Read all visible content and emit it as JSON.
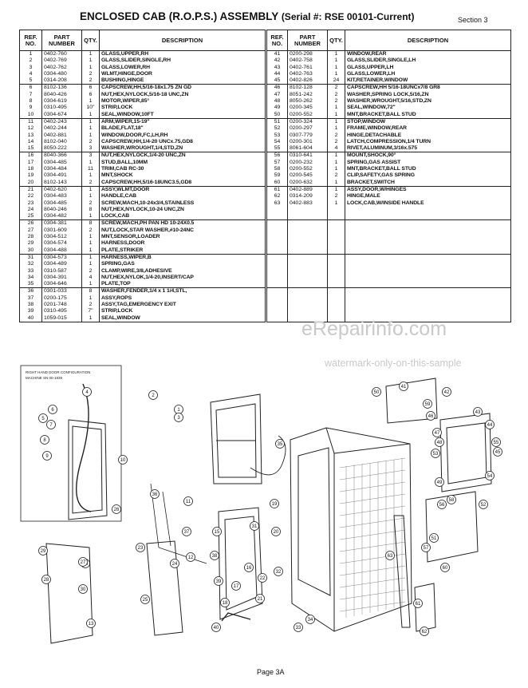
{
  "header": {
    "title": "ENCLOSED CAB (R.O.P.S.) ASSEMBLY",
    "serial": "(Serial #: RSE 00101-Current)",
    "section": "Section 3"
  },
  "table_headers": {
    "ref": "REF. NO.",
    "part": "PART NUMBER",
    "qty": "QTY.",
    "desc": "DESCRIPTION"
  },
  "left_groups": [
    [
      [
        "1",
        "0402-760",
        "1",
        "GLASS,UPPER,RH"
      ],
      [
        "2",
        "0402-769",
        "1",
        "GLASS,SLIDER,SINGLE,RH"
      ],
      [
        "3",
        "0402-762",
        "1",
        "GLASS,LOWER,RH"
      ],
      [
        "4",
        "0304-480",
        "2",
        "WLMT,HINGE,DOOR"
      ],
      [
        "5",
        "0314-208",
        "2",
        "BUSHING,HINGE"
      ]
    ],
    [
      [
        "6",
        "8102-136",
        "6",
        "CAPSCREW,HH,5/16-18x1.75 ZN GD"
      ],
      [
        "7",
        "8040-426",
        "6",
        "NUT,HEX,NYLOCK,5/16-18 UNC,ZN"
      ],
      [
        "8",
        "0304-619",
        "1",
        "MOTOR,WIPER,85°"
      ],
      [
        "9",
        "0310-495",
        "10\"",
        "STRIP,LOCK"
      ],
      [
        "10",
        "0304-674",
        "1",
        "SEAL,WINDOW,10FT"
      ]
    ],
    [
      [
        "11",
        "0402-243",
        "1",
        "ARM,WIPER,15-19\""
      ],
      [
        "12",
        "0402-244",
        "1",
        "BLADE,FLAT,18\""
      ],
      [
        "13",
        "0402-881",
        "1",
        "WINDOW,DOOR,FC,LH,RH"
      ],
      [
        "14",
        "8102-040",
        "2",
        "CAPSCREW,HH,1/4-20 UNCx.75,GD8"
      ],
      [
        "15",
        "8050-222",
        "3",
        "WASHER,WROUGHT,1/4,STD,ZN"
      ]
    ],
    [
      [
        "16",
        "8040-366",
        "3",
        "NUT,HEX,NYLOCK,1/4-20 UNC,ZN"
      ],
      [
        "17",
        "0304-485",
        "1",
        "STUD,BALL,10MM"
      ],
      [
        "18",
        "0304-484",
        "11",
        "TRIM,CAB RC-30"
      ],
      [
        "19",
        "0304-491",
        "1",
        "MNT,SHOCK"
      ],
      [
        "20",
        "8102-143",
        "2",
        "CAPSCREW,HH,5/16-18UNC3.5,GD8"
      ]
    ],
    [
      [
        "21",
        "0402-620",
        "1",
        "ASSY,WLMT,DOOR"
      ],
      [
        "22",
        "0304-483",
        "1",
        "HANDLE,CAB"
      ],
      [
        "23",
        "0304-485",
        "2",
        "SCREW,MACH,10-24x3/4,STAINLESS"
      ],
      [
        "24",
        "8040-246",
        "8",
        "NUT,HEX,NYLOCK,10-24 UNC,ZN"
      ],
      [
        "25",
        "0304-482",
        "1",
        "LOCK,CAB"
      ]
    ],
    [
      [
        "26",
        "0304-381",
        "8",
        "SCREW,MACH,PH PAN HD 10-24X0.5"
      ],
      [
        "27",
        "0301-609",
        "2",
        "NUT,LOCK,STAR WASHER,#10-24NC"
      ],
      [
        "28",
        "0304-512",
        "1",
        "MNT,SENSOR,LOADER"
      ],
      [
        "29",
        "0304-574",
        "1",
        "HARNESS,DOOR"
      ],
      [
        "30",
        "0304-488",
        "1",
        "PLATE,STRIKER"
      ]
    ],
    [
      [
        "31",
        "0304-573",
        "1",
        "HARNESS,WIPER,B"
      ],
      [
        "32",
        "0304-489",
        "1",
        "SPRING,GAS"
      ],
      [
        "33",
        "0310-587",
        "2",
        "CLAMP,WIRE,3/8,ADHESIVE"
      ],
      [
        "34",
        "0304-391",
        "4",
        "NUT,HEX,NYLOK,1/4-20,INSERT/CAP"
      ],
      [
        "35",
        "0304-646",
        "1",
        "PLATE,TOP"
      ]
    ],
    [
      [
        "36",
        "0301-033",
        "8",
        "WASHER,FENDER,1/4 x 1 1/4,STL,"
      ],
      [
        "37",
        "0200-175",
        "1",
        "ASSY,ROPS"
      ],
      [
        "38",
        "0201-748",
        "2",
        "ASSY,TAG,EMERGENCY EXIT"
      ],
      [
        "39",
        "0310-495",
        "7\"",
        "STRIP,LOCK"
      ],
      [
        "40",
        "1059-015",
        "1",
        "SEAL,WINDOW"
      ]
    ]
  ],
  "right_groups": [
    [
      [
        "41",
        "0200-298",
        "1",
        "WINDOW,REAR"
      ],
      [
        "42",
        "0402-758",
        "1",
        "GLASS,SLIDER,SINGLE,LH"
      ],
      [
        "43",
        "0402-761",
        "1",
        "GLASS,UPPER,LH"
      ],
      [
        "44",
        "0402-763",
        "1",
        "GLASS,LOWER,LH"
      ],
      [
        "45",
        "0402-826",
        "24",
        "KIT,RETAINER,WINDOW"
      ]
    ],
    [
      [
        "46",
        "8102-128",
        "2",
        "CAPSCREW,HH 5/16-18UNCx7/8 GR8"
      ],
      [
        "47",
        "8051-242",
        "2",
        "WASHER,SPRING LOCK,5/16,ZN"
      ],
      [
        "48",
        "8050-262",
        "2",
        "WASHER,WROUGHT,5/16,STD,ZN"
      ],
      [
        "49",
        "0200-345",
        "1",
        "SEAL,WINDOW,72\""
      ],
      [
        "50",
        "0200-552",
        "1",
        "MNT,BRACKET,BALL STUD"
      ]
    ],
    [
      [
        "51",
        "0200-324",
        "1",
        "STOP,WINDOW"
      ],
      [
        "52",
        "0200-297",
        "1",
        "FRAME,WINDOW,REAR"
      ],
      [
        "53",
        "0307-779",
        "2",
        "HINGE,DETACHABLE"
      ],
      [
        "54",
        "0200-301",
        "2",
        "LATCH,COMPRESSION,1/4 TURN"
      ],
      [
        "55",
        "8061-604",
        "4",
        "RIVET,ALUMINUM,3/16x.575"
      ]
    ],
    [
      [
        "56",
        "0310-641",
        "1",
        "MOUNT,SHOCK,90°"
      ],
      [
        "57",
        "0200-232",
        "1",
        "SPRING,GAS ASSIST"
      ],
      [
        "58",
        "0200-552",
        "1",
        "MNT,BRACKET,BALL STUD"
      ],
      [
        "59",
        "0200-545",
        "2",
        "CLIP,SAFETY,GAS SPRING"
      ],
      [
        "60",
        "0200-632",
        "1",
        "BRACKET,SWITCH"
      ]
    ],
    [
      [
        "61",
        "0402-889",
        "1",
        "ASSY,DOOR,W/HINGES"
      ],
      [
        "62",
        "0314-209",
        "2",
        "HINGE,MALE"
      ],
      [
        "63",
        "0402-883",
        "1",
        "LOCK,CAB,W/INSIDE HANDLE"
      ],
      [
        "",
        "",
        "",
        ""
      ],
      [
        "",
        "",
        "",
        ""
      ]
    ],
    [
      [
        "",
        "",
        "",
        ""
      ],
      [
        "",
        "",
        "",
        ""
      ],
      [
        "",
        "",
        "",
        ""
      ],
      [
        "",
        "",
        "",
        ""
      ],
      [
        "",
        "",
        "",
        ""
      ]
    ],
    [
      [
        "",
        "",
        "",
        ""
      ],
      [
        "",
        "",
        "",
        ""
      ],
      [
        "",
        "",
        "",
        ""
      ],
      [
        "",
        "",
        "",
        ""
      ],
      [
        "",
        "",
        "",
        ""
      ]
    ],
    [
      [
        "",
        "",
        "",
        ""
      ],
      [
        "",
        "",
        "",
        ""
      ],
      [
        "",
        "",
        "",
        ""
      ],
      [
        "",
        "",
        "",
        ""
      ],
      [
        "",
        "",
        "",
        ""
      ]
    ]
  ],
  "watermark": {
    "site": "eRepairinfo.com",
    "note": "watermark-only-on-this-sample"
  },
  "diagram": {
    "inset_line1": "RIGHT HAND DOOR CONFIGURATION",
    "inset_line2": "MACHINE SN 00-1839",
    "callouts": [
      "1",
      "2",
      "3",
      "4",
      "5",
      "6",
      "7",
      "8",
      "9",
      "10",
      "11",
      "12",
      "13",
      "14",
      "15",
      "16",
      "17",
      "18",
      "19",
      "20",
      "21",
      "22",
      "23",
      "24",
      "25",
      "26",
      "27",
      "28",
      "29",
      "30",
      "31",
      "32",
      "33",
      "34",
      "35",
      "36",
      "37",
      "38",
      "39",
      "40",
      "41",
      "42",
      "43",
      "44",
      "45",
      "46",
      "47",
      "48",
      "49",
      "50",
      "51",
      "52",
      "53",
      "54",
      "55",
      "56",
      "57",
      "58",
      "59",
      "60",
      "61",
      "62",
      "63"
    ]
  },
  "footer": {
    "page": "Page 3A"
  }
}
